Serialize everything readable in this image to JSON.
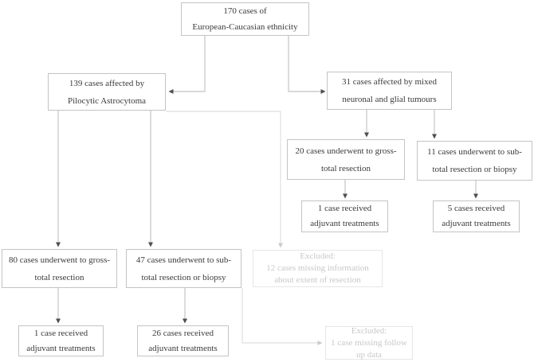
{
  "figure": {
    "type": "flowchart",
    "description": "Patient cohort flow diagram"
  },
  "nodes": {
    "total": {
      "line1": "170 cases of",
      "line2": "European-Caucasian ethnicity"
    },
    "pilocytic": {
      "line1": "139 cases affected by",
      "line2": "Pilocytic Astrocytoma"
    },
    "mixed": {
      "line1": "31 cases affected by mixed",
      "line2": "neuronal and glial tumours"
    },
    "mixed_gross": {
      "line1": "20 cases underwent to gross-",
      "line2": "total resection"
    },
    "mixed_sub": {
      "line1": "11 cases underwent to sub-",
      "line2": "total resection or biopsy"
    },
    "mixed_gross_adj": {
      "line1": "1 case received",
      "line2": "adjuvant treatments"
    },
    "mixed_sub_adj": {
      "line1": "5 cases received",
      "line2": "adjuvant treatments"
    },
    "pa_gross": {
      "line1": "80 cases underwent to gross-",
      "line2": "total resection"
    },
    "pa_sub": {
      "line1": "47 cases underwent to sub-",
      "line2": "total resection or biopsy"
    },
    "pa_gross_adj": {
      "line1": "1 case received",
      "line2": "adjuvant treatments"
    },
    "pa_sub_adj": {
      "line1": "26 cases received",
      "line2": "adjuvant treatments"
    },
    "excluded_resection": {
      "line1": "Excluded:",
      "line2": "12 cases missing information",
      "line3": "about extent of resection"
    },
    "excluded_followup": {
      "line1": "Excluded:",
      "line2": "1 case missing follow",
      "line3": "up data"
    }
  },
  "edges": [
    {
      "from": "total",
      "to": "pilocytic",
      "style": "solid"
    },
    {
      "from": "total",
      "to": "mixed",
      "style": "solid"
    },
    {
      "from": "pilocytic",
      "to": "pa_gross",
      "style": "solid"
    },
    {
      "from": "pilocytic",
      "to": "pa_sub",
      "style": "solid"
    },
    {
      "from": "pilocytic",
      "to": "excluded_resection",
      "style": "light"
    },
    {
      "from": "mixed",
      "to": "mixed_gross",
      "style": "solid"
    },
    {
      "from": "mixed",
      "to": "mixed_sub",
      "style": "solid"
    },
    {
      "from": "mixed_gross",
      "to": "mixed_gross_adj",
      "style": "solid"
    },
    {
      "from": "mixed_sub",
      "to": "mixed_sub_adj",
      "style": "solid"
    },
    {
      "from": "pa_gross",
      "to": "pa_gross_adj",
      "style": "solid"
    },
    {
      "from": "pa_sub",
      "to": "pa_sub_adj",
      "style": "solid"
    },
    {
      "from": "pa_sub",
      "to": "excluded_followup",
      "style": "light"
    }
  ],
  "colors": {
    "background": "#ffffff",
    "box_border": "#c4c4c4",
    "box_text": "#3a3a3a",
    "excluded_border": "#e6e6e6",
    "excluded_text": "#c8c8c8",
    "connector": "#cccccc",
    "connector_light": "#e4e4e4",
    "arrowhead": "#4f4f4f",
    "arrowhead_light": "#cccccc"
  }
}
